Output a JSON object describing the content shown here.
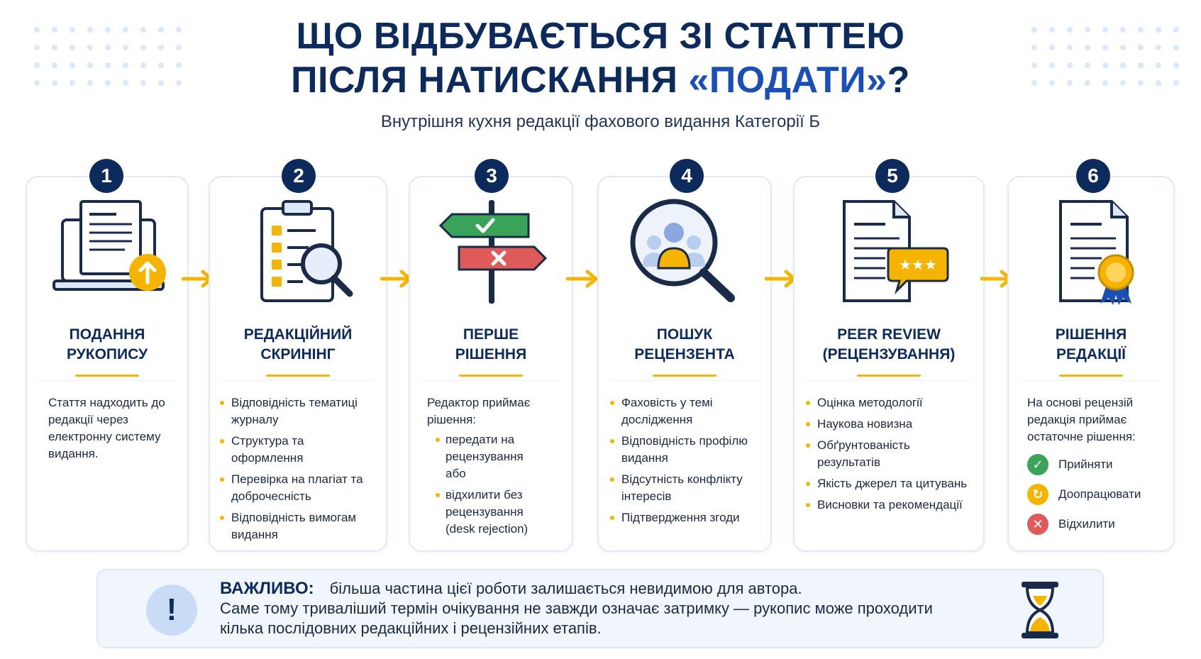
{
  "title": {
    "line1": "ЩО ВІДБУВАЄТЬСЯ ЗІ СТАТТЕЮ",
    "line2_prefix": "ПІСЛЯ НАТИСКАННЯ ",
    "line2_highlight": "«ПОДАТИ»",
    "line2_suffix": "?"
  },
  "subtitle": "Внутрішня кухня редакції фахового видання Категорії Б",
  "colors": {
    "navy": "#0d2a5c",
    "accent": "#f4b400",
    "green": "#3aa35a",
    "orange": "#f4b400",
    "red": "#e05a5a"
  },
  "steps": [
    {
      "num": "1",
      "icon": "laptop-upload-icon",
      "title_l1": "ПОДАННЯ",
      "title_l2": "РУКОПИСУ",
      "text": "Стаття надходить до редакції через електронну систему видання."
    },
    {
      "num": "2",
      "icon": "clipboard-magnifier-icon",
      "title_l1": "РЕДАКЦІЙНИЙ",
      "title_l2": "СКРИНІНГ",
      "items": [
        "Відповідність тематиці журналу",
        "Структура та оформлення",
        "Перевірка на плагіат та доброчесність",
        "Відповідність вимогам видання"
      ]
    },
    {
      "num": "3",
      "icon": "signpost-icon",
      "title_l1": "ПЕРШЕ",
      "title_l2": "РІШЕННЯ",
      "text": "Редактор приймає рішення:",
      "items": [
        "передати на рецензування або",
        "відхилити без рецензування (desk rejection)"
      ]
    },
    {
      "num": "4",
      "icon": "people-magnifier-icon",
      "title_l1": "ПОШУК",
      "title_l2": "РЕЦЕНЗЕНТА",
      "items": [
        "Фаховість у темі дослідження",
        "Відповідність профілю видання",
        "Відсутність конфлікту інтересів",
        "Підтвердження згоди"
      ]
    },
    {
      "num": "5",
      "icon": "document-stars-icon",
      "title_l1": "PEER REVIEW",
      "title_l2": "(РЕЦЕНЗУВАННЯ)",
      "items": [
        "Оцінка методології",
        "Наукова новизна",
        "Обґрунтованість результатів",
        "Якість джерел та цитувань",
        "Висновки та рекомендації"
      ]
    },
    {
      "num": "6",
      "icon": "certificate-icon",
      "title_l1": "РІШЕННЯ",
      "title_l2": "РЕДАКЦІЇ",
      "text": "На основі рецензій редакція приймає остаточне рішення:",
      "decisions": [
        {
          "label": "Прийняти",
          "icon": "check-icon",
          "color": "#3aa35a"
        },
        {
          "label": "Доопрацювати",
          "icon": "refresh-icon",
          "color": "#f4b400"
        },
        {
          "label": "Відхилити",
          "icon": "cross-icon",
          "color": "#e05a5a"
        }
      ]
    }
  ],
  "important": {
    "label": "ВАЖЛИВО:",
    "line1": "більша частина цієї роботи залишається невидимою для автора.",
    "line2": "Саме тому триваліший термін очікування не завжди означає затримку — рукопис може проходити кілька послідовних редакційних і рецензійних етапів.",
    "icon": "exclamation-icon",
    "side_icon": "hourglass-icon"
  }
}
